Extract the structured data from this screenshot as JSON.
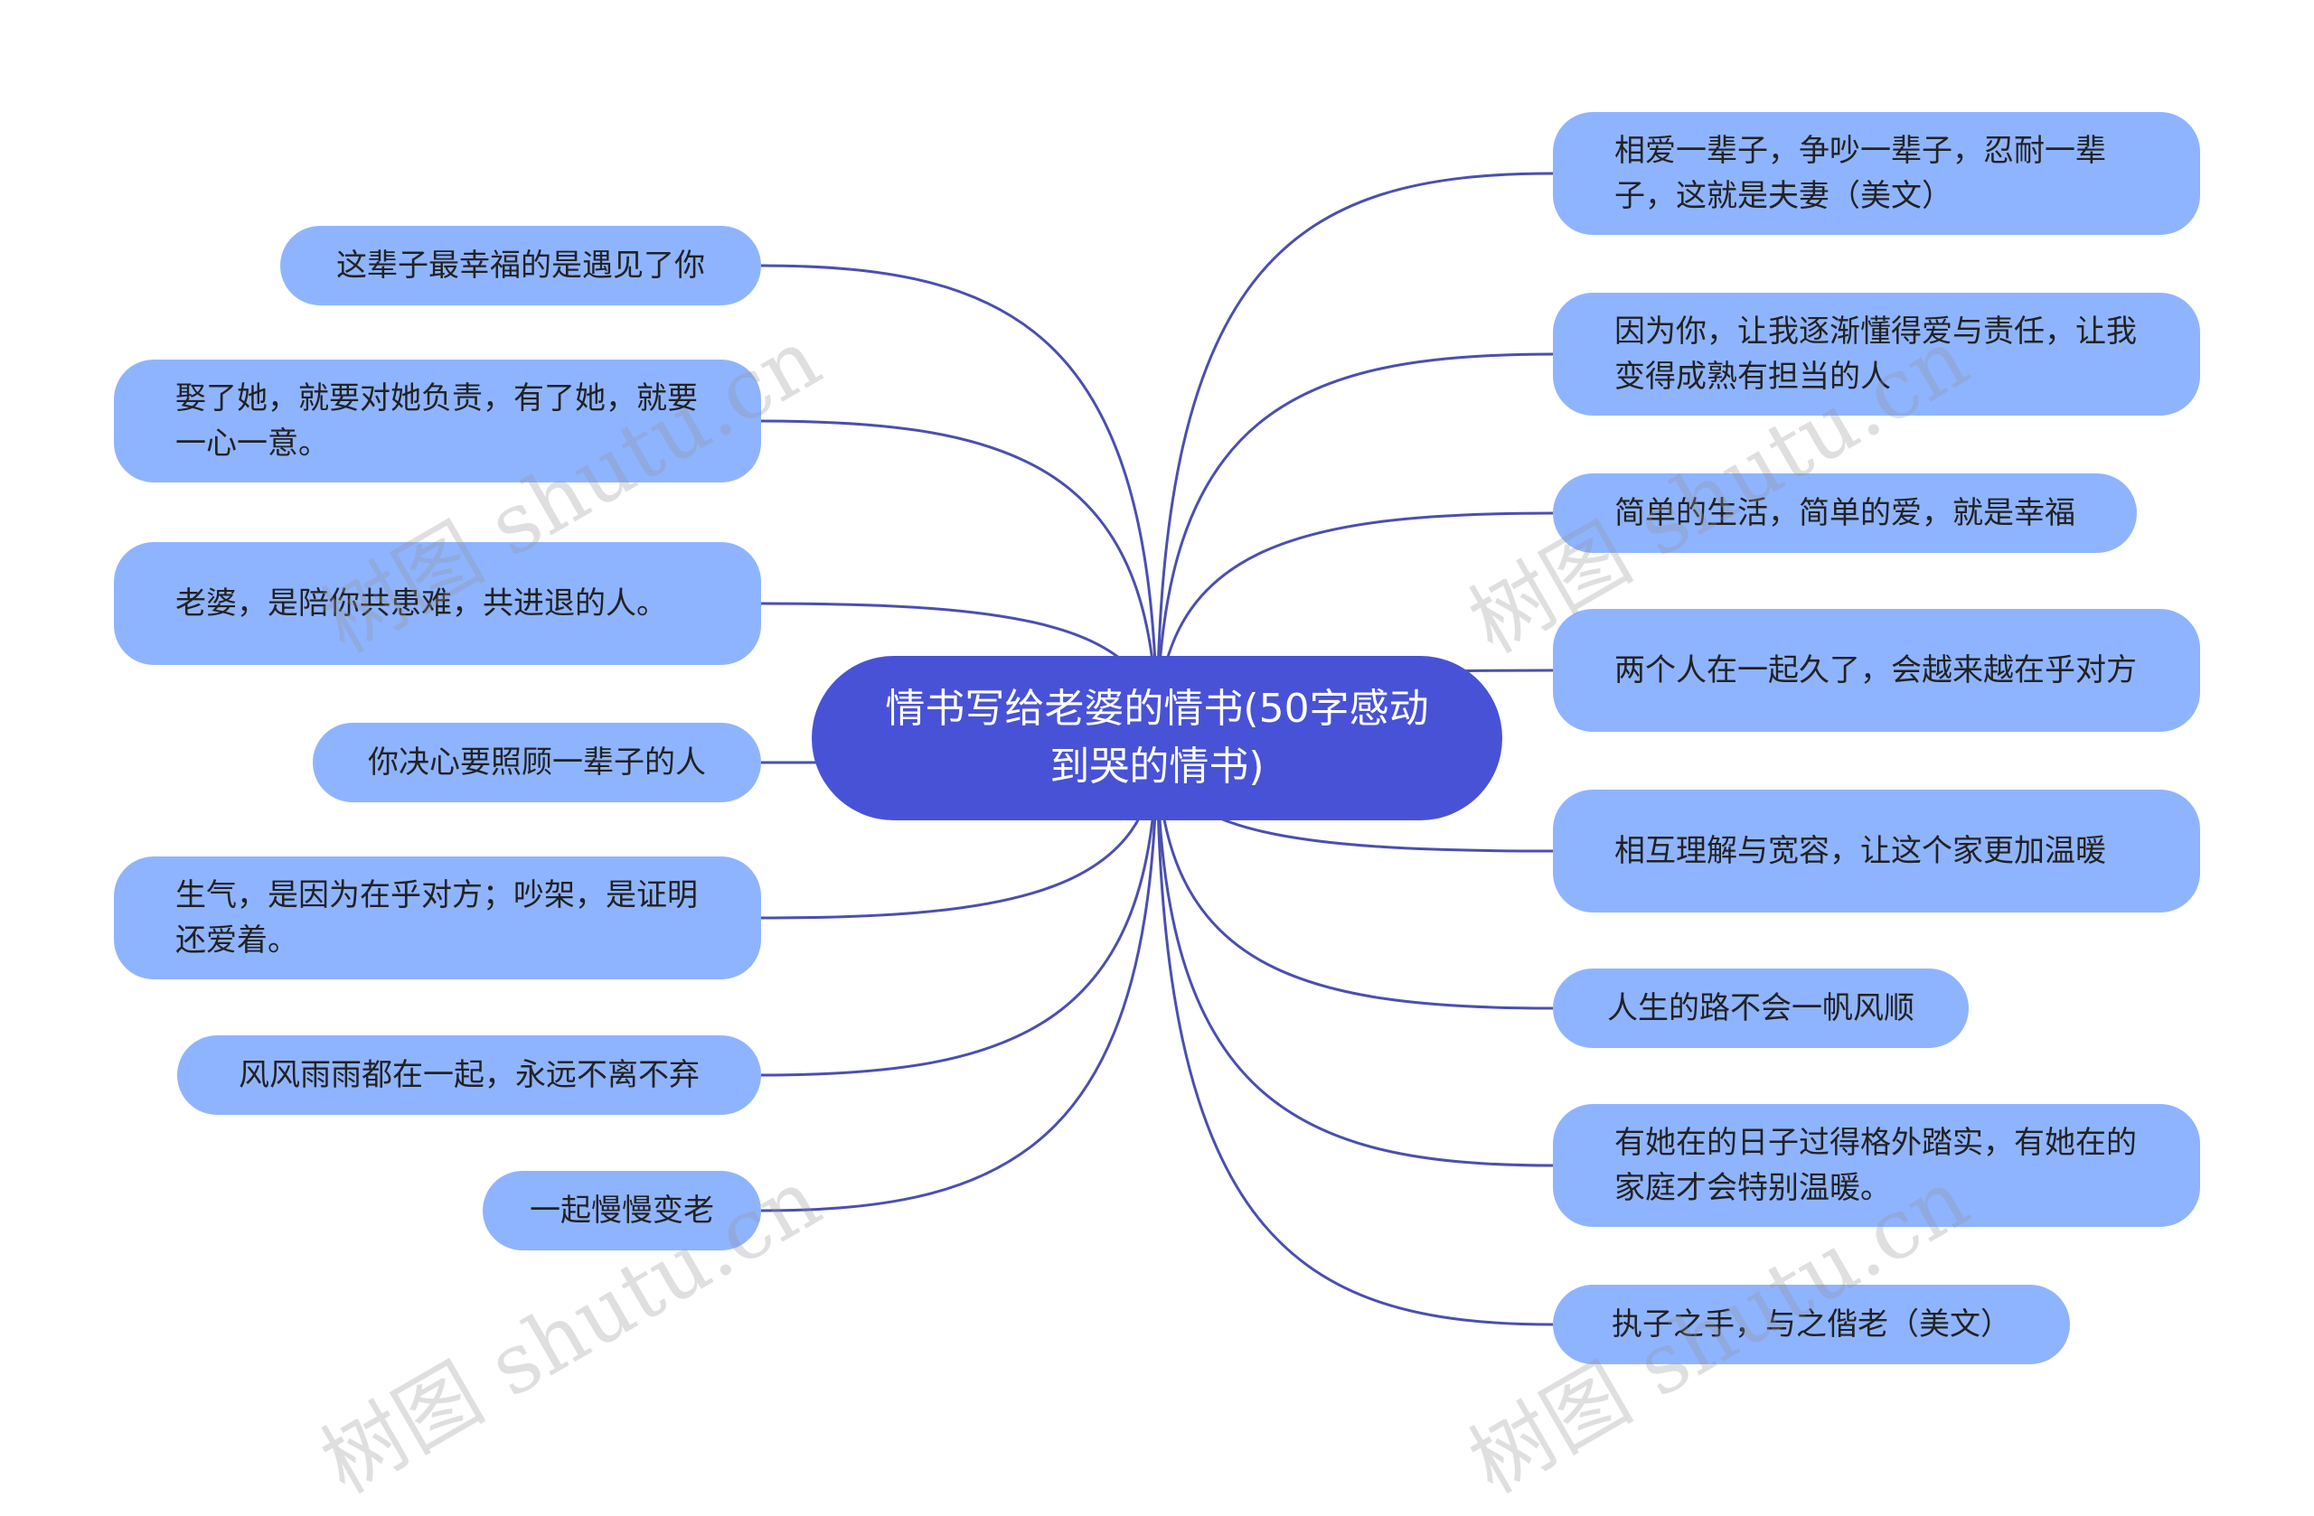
{
  "center": {
    "text": "情书写给老婆的情书(50字感动到哭的情书)"
  },
  "left_nodes": [
    {
      "text": "这辈子最幸福的是遇见了你"
    },
    {
      "text": "娶了她，就要对她负责，有了她，就要一心一意。"
    },
    {
      "text": "老婆，是陪你共患难，共进退的人。"
    },
    {
      "text": "你决心要照顾一辈子的人"
    },
    {
      "text": "生气，是因为在乎对方；吵架，是证明还爱着。"
    },
    {
      "text": "风风雨雨都在一起，永远不离不弃"
    },
    {
      "text": "一起慢慢变老"
    }
  ],
  "right_nodes": [
    {
      "text": "相爱一辈子，争吵一辈子，忍耐一辈子，这就是夫妻（美文）"
    },
    {
      "text": "因为你，让我逐渐懂得爱与责任，让我变得成熟有担当的人"
    },
    {
      "text": "简单的生活，简单的爱，就是幸福"
    },
    {
      "text": "两个人在一起久了，会越来越在乎对方"
    },
    {
      "text": "相互理解与宽容，让这个家更加温暖"
    },
    {
      "text": "人生的路不会一帆风顺"
    },
    {
      "text": "有她在的日子过得格外踏实，有她在的家庭才会特别温暖。"
    },
    {
      "text": "执子之手，与之偕老（美文）"
    }
  ],
  "watermark": {
    "text": "树图 shutu.cn"
  },
  "colors": {
    "center_fill": "#4852d6",
    "node_fill": "#8fb4ff",
    "link_stroke": "#4b4fb0"
  }
}
